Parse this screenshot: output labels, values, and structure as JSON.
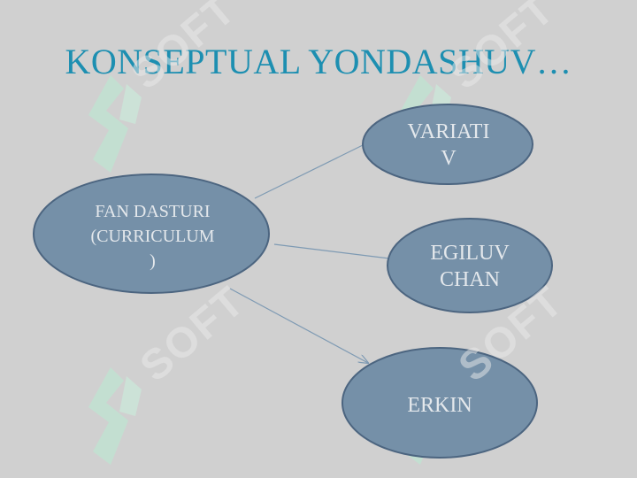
{
  "title": "KONSEPTUAL YONDASHUV…",
  "watermark": {
    "text": "SOFT",
    "logo_color": "#b9ecd2",
    "text_color": "#e8e8e8"
  },
  "colors": {
    "node_fill": "#7590a8",
    "node_stroke": "#4c6580",
    "edge": "#7e9ab3",
    "title": "#1d8fb1",
    "background": "#d0d0d0"
  },
  "diagram": {
    "center": {
      "label": "FAN DASTURI\n(CURRICULUM\n)"
    },
    "branches": [
      {
        "label": "VARIATI\nV"
      },
      {
        "label": "EGILUV\nCHAN"
      },
      {
        "label": "ERKIN"
      }
    ]
  }
}
